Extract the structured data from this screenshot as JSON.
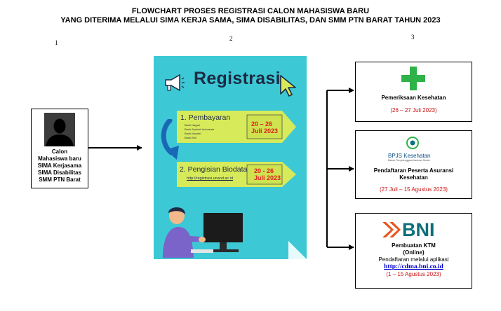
{
  "title": {
    "line1": "FLOWCHART PROSES REGISTRASI CALON MAHASISWA BARU",
    "line2": "YANG DITERIMA MELALUI SIMA KERJA SAMA, SIMA DISABILITAS, DAN SMM PTN BARAT TAHUN 2023"
  },
  "columns": [
    "1",
    "2",
    "3"
  ],
  "student": {
    "lines": [
      "Calon",
      "Mahasiswa baru",
      "SIMA Kerjasama",
      "SIMA Disabilitas",
      "SMM PTN Barat"
    ]
  },
  "poster": {
    "title": "Registrasi",
    "step1": {
      "title": "1. Pembayaran",
      "banks": [
        "Bank Nagari",
        "Bank Syariah Indonesia",
        "Bank Mandiri",
        "Bank BNI"
      ],
      "date_line1": "20 – 26",
      "date_line2": "Juli 2023"
    },
    "step2": {
      "title": "2. Pengisian Biodata",
      "url": "http://registrasi.unand.ac.id",
      "date_line1": "20 - 26",
      "date_line2": "Juli 2023"
    }
  },
  "boxes": {
    "health": {
      "title": "Pemeriksaan Kesehatan",
      "date": "(26 – 27 Juli 2023)"
    },
    "bpjs": {
      "logo_main": "BPJS Kesehatan",
      "logo_sub": "Badan Penyelenggara Jaminan Sosial",
      "title_line1": "Pendaftaran Peserta Asuransi",
      "title_line2": "Kesehatan",
      "date": "(27 Juli – 15 Agustus 2023)"
    },
    "bni": {
      "logo": "BNI",
      "title_line1": "Pembuatan KTM",
      "title_line2": "(Online)",
      "subtitle": "Pendaftaran melalui aplikasi",
      "link": "http://cdma.bni.co.id",
      "date": "(1 – 15 Agustus 2023)"
    }
  },
  "colors": {
    "poster_bg": "#3cc8d4",
    "banner": "#d7ea5a",
    "cross_green": "#2db34a",
    "date_red": "#cc1111",
    "bni_orange": "#e8541c",
    "bni_teal": "#0d6f7a"
  }
}
